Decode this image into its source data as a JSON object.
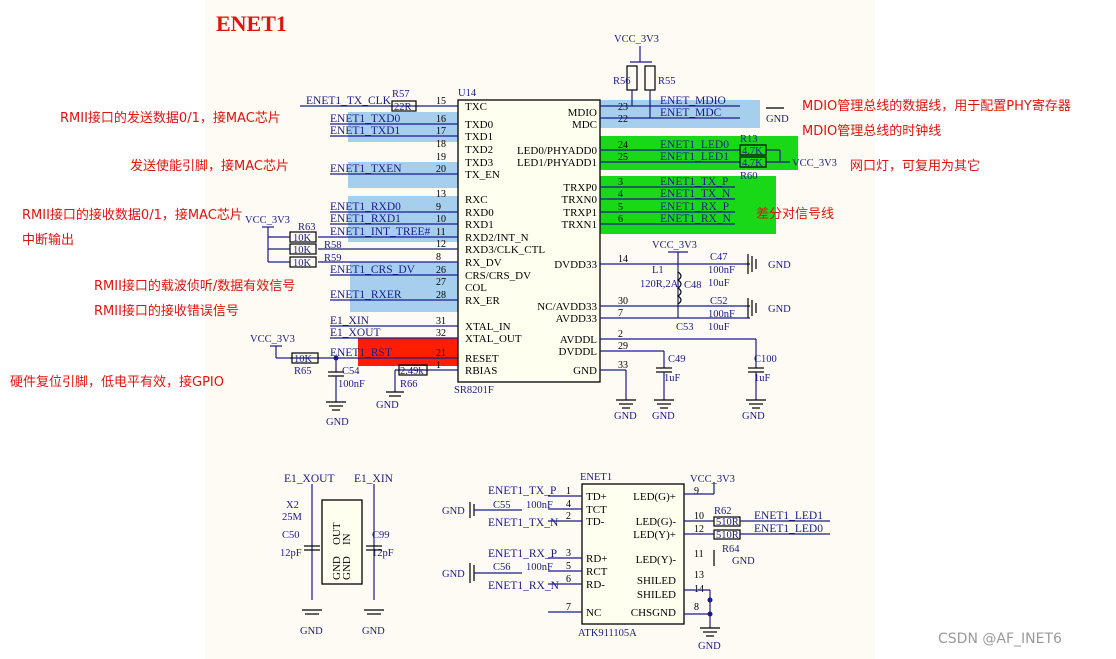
{
  "title": "ENET1",
  "watermark": "CSDN @AF_INET6",
  "chip": {
    "ref": "U14",
    "part": "SR8201F",
    "left_pins": [
      {
        "num": "15",
        "name": "TXC"
      },
      {
        "num": "16",
        "name": "TXD0"
      },
      {
        "num": "17",
        "name": "TXD1"
      },
      {
        "num": "18",
        "name": "TXD2"
      },
      {
        "num": "19",
        "name": "TXD3"
      },
      {
        "num": "20",
        "name": "TX_EN"
      },
      {
        "num": "13",
        "name": "RXC"
      },
      {
        "num": "9",
        "name": "RXD0"
      },
      {
        "num": "10",
        "name": "RXD1"
      },
      {
        "num": "11",
        "name": "RXD2/INT_N"
      },
      {
        "num": "12",
        "name": "RXD3/CLK_CTL"
      },
      {
        "num": "8",
        "name": "RX_DV"
      },
      {
        "num": "26",
        "name": "CRS/CRS_DV"
      },
      {
        "num": "27",
        "name": "COL"
      },
      {
        "num": "28",
        "name": "RX_ER"
      },
      {
        "num": "31",
        "name": "XTAL_IN"
      },
      {
        "num": "32",
        "name": "XTAL_OUT"
      },
      {
        "num": "21",
        "name": "RESET"
      },
      {
        "num": "1",
        "name": "RBIAS"
      }
    ],
    "right_pins": [
      {
        "num": "23",
        "name": "MDIO"
      },
      {
        "num": "22",
        "name": "MDC"
      },
      {
        "num": "24",
        "name": "LED0/PHYADD0"
      },
      {
        "num": "25",
        "name": "LED1/PHYADD1"
      },
      {
        "num": "3",
        "name": "TRXP0"
      },
      {
        "num": "4",
        "name": "TRXN0"
      },
      {
        "num": "5",
        "name": "TRXP1"
      },
      {
        "num": "6",
        "name": "TRXN1"
      },
      {
        "num": "14",
        "name": "DVDD33"
      },
      {
        "num": "30",
        "name": "NC/AVDD33"
      },
      {
        "num": "7",
        "name": "AVDD33"
      },
      {
        "num": "2",
        "name": "AVDDL"
      },
      {
        "num": "29",
        "name": "DVDDL"
      },
      {
        "num": "33",
        "name": "GND"
      }
    ]
  },
  "nets": {
    "tx_clk": "ENET1_TX_CLK",
    "txd0": "ENET1_TXD0",
    "txd1": "ENET1_TXD1",
    "txen": "ENET1_TXEN",
    "rxd0": "ENET1_RXD0",
    "rxd1": "ENET1_RXD1",
    "int_tree": "ENET1_INT_TREE#",
    "crs_dv": "ENET1_CRS_DV",
    "rxer": "ENET1_RXER",
    "xin": "E1_XIN",
    "xout": "E1_XOUT",
    "rst": "ENET1_RST",
    "mdio": "ENET_MDIO",
    "mdc": "ENET_MDC",
    "led0": "ENET1_LED0",
    "led1": "ENET1_LED1",
    "tx_p": "ENET1_TX_P",
    "tx_n": "ENET1_TX_N",
    "rx_p": "ENET1_RX_P",
    "rx_n": "ENET1_RX_N"
  },
  "power": {
    "vcc": "VCC_3V3",
    "gnd": "GND"
  },
  "parts": {
    "r57": "R57",
    "r57v": "22R",
    "r56": "R56",
    "r55": "R55",
    "r13": "R13",
    "r60": "R60",
    "r1360v": "4.7K",
    "r63": "R63",
    "r58": "R58",
    "r59": "R59",
    "r10k": "10K",
    "r65": "R65",
    "r66": "R66",
    "r66v": "2.49k",
    "c54": "C54",
    "c54v": "100nF",
    "l1": "L1",
    "l1v": "120R,2A",
    "c48": "C48",
    "c47": "C47",
    "c52": "C52",
    "c53": "C53",
    "v100n": "100nF",
    "v10u": "10uF",
    "c49": "C49",
    "c100": "C100",
    "v1u": "1uF",
    "x2": "X2",
    "x2v": "25M",
    "c50": "C50",
    "c99": "C99",
    "v12p": "12pF",
    "x_in": "IN",
    "x_out": "OUT",
    "x_gnd1": "GND",
    "x_gnd2": "GND",
    "c55": "C55",
    "c56": "C56",
    "r62": "R62",
    "r64": "R64",
    "v510": "510R"
  },
  "rj45": {
    "ref": "ENET1",
    "part": "ATK911105A",
    "left": [
      {
        "num": "1",
        "name": "TD+"
      },
      {
        "num": "4",
        "name": "TCT"
      },
      {
        "num": "2",
        "name": "TD-"
      },
      {
        "num": "3",
        "name": "RD+"
      },
      {
        "num": "5",
        "name": "RCT"
      },
      {
        "num": "6",
        "name": "RD-"
      },
      {
        "num": "7",
        "name": "NC"
      }
    ],
    "right": [
      {
        "num": "9",
        "name": "LED(G)+"
      },
      {
        "num": "10",
        "name": "LED(G)-"
      },
      {
        "num": "12",
        "name": "LED(Y)+"
      },
      {
        "num": "11",
        "name": "LED(Y)-"
      },
      {
        "num": "13",
        "name": "SHILED"
      },
      {
        "num": "14",
        "name": "SHILED"
      },
      {
        "num": "8",
        "name": "CHSGND"
      }
    ]
  },
  "annotations": {
    "tx_data": "RMII接口的发送数据0/1，接MAC芯片",
    "tx_en": "发送使能引脚，接MAC芯片",
    "rx_data": "RMII接口的接收数据0/1，接MAC芯片",
    "int_out": "中断输出",
    "crs": "RMII接口的载波侦听/数据有效信号",
    "rx_err": "RMII接口的接收错误信号",
    "reset": "硬件复位引脚，低电平有效，接GPIO",
    "mdio": "MDIO管理总线的数据线，用于配置PHY寄存器",
    "mdc": "MDIO管理总线的时钟线",
    "led": "网口灯，可复用为其它",
    "diff": "差分对信号线"
  },
  "colors": {
    "highlight_blue": "#a6cfee",
    "highlight_green": "#18d818",
    "highlight_red": "#ff1f00",
    "annotation": "#e0140c",
    "wire": "#1a1a8c"
  }
}
